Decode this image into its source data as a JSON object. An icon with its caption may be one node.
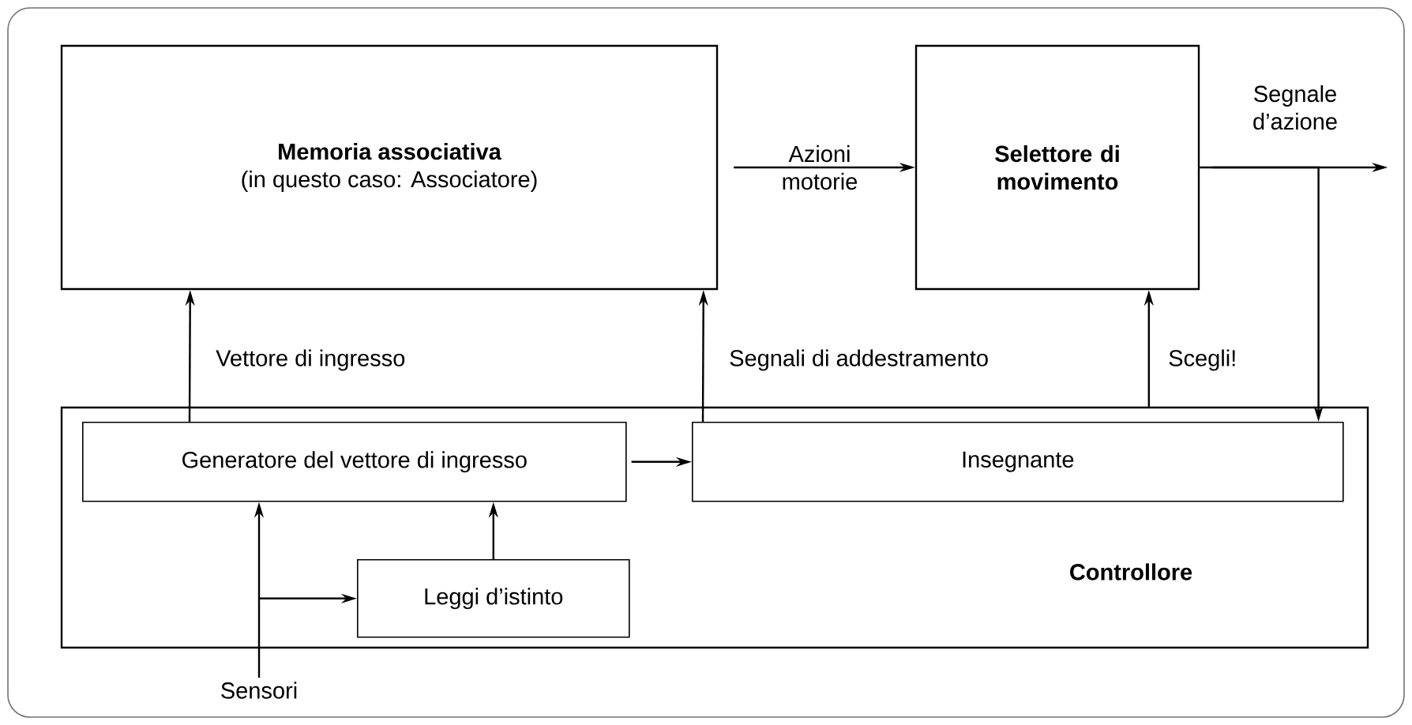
{
  "diagram": {
    "nodes": [
      {
        "text": [
          "Memoria associativa",
          "(in questo caso: Associatore)"
        ]
      },
      {
        "text": [
          "Selettore di movimento"
        ]
      },
      {
        "text": [
          "Controllore"
        ]
      },
      {
        "text": [
          "Generatore del vettore di ingresso"
        ],
        "in": 2
      },
      {
        "text": [
          "Insegnante"
        ],
        "in": 2
      },
      {
        "text": [
          "Leggi d’istinto"
        ],
        "in": 2
      },
      {
        "text": [
          "Sensori"
        ]
      }
    ],
    "edges": [
      {
        "from": 3,
        "to": 0,
        "arrow": "to",
        "label": "Vettore di ingresso"
      },
      {
        "from": 4,
        "to": 0,
        "arrow": "to",
        "label": "Segnali di addestramento"
      },
      {
        "from": 2,
        "to": 1,
        "arrow": "to",
        "label": "Scegli!"
      },
      {
        "from": 0,
        "to": 1,
        "arrow": "to",
        "label": "Azioni motorie"
      },
      {
        "from": 1,
        "to": null,
        "arrow": "to",
        "label": "Segnale d’azione"
      },
      {
        "from": 1,
        "to": 4,
        "arrow": "to"
      },
      {
        "from": 3,
        "to": 4,
        "arrow": "to"
      },
      {
        "from": 6,
        "to": 3,
        "arrow": "to"
      },
      {
        "from": 6,
        "to": 5,
        "arrow": "to"
      },
      {
        "from": 5,
        "to": 3,
        "arrow": "to"
      }
    ]
  }
}
